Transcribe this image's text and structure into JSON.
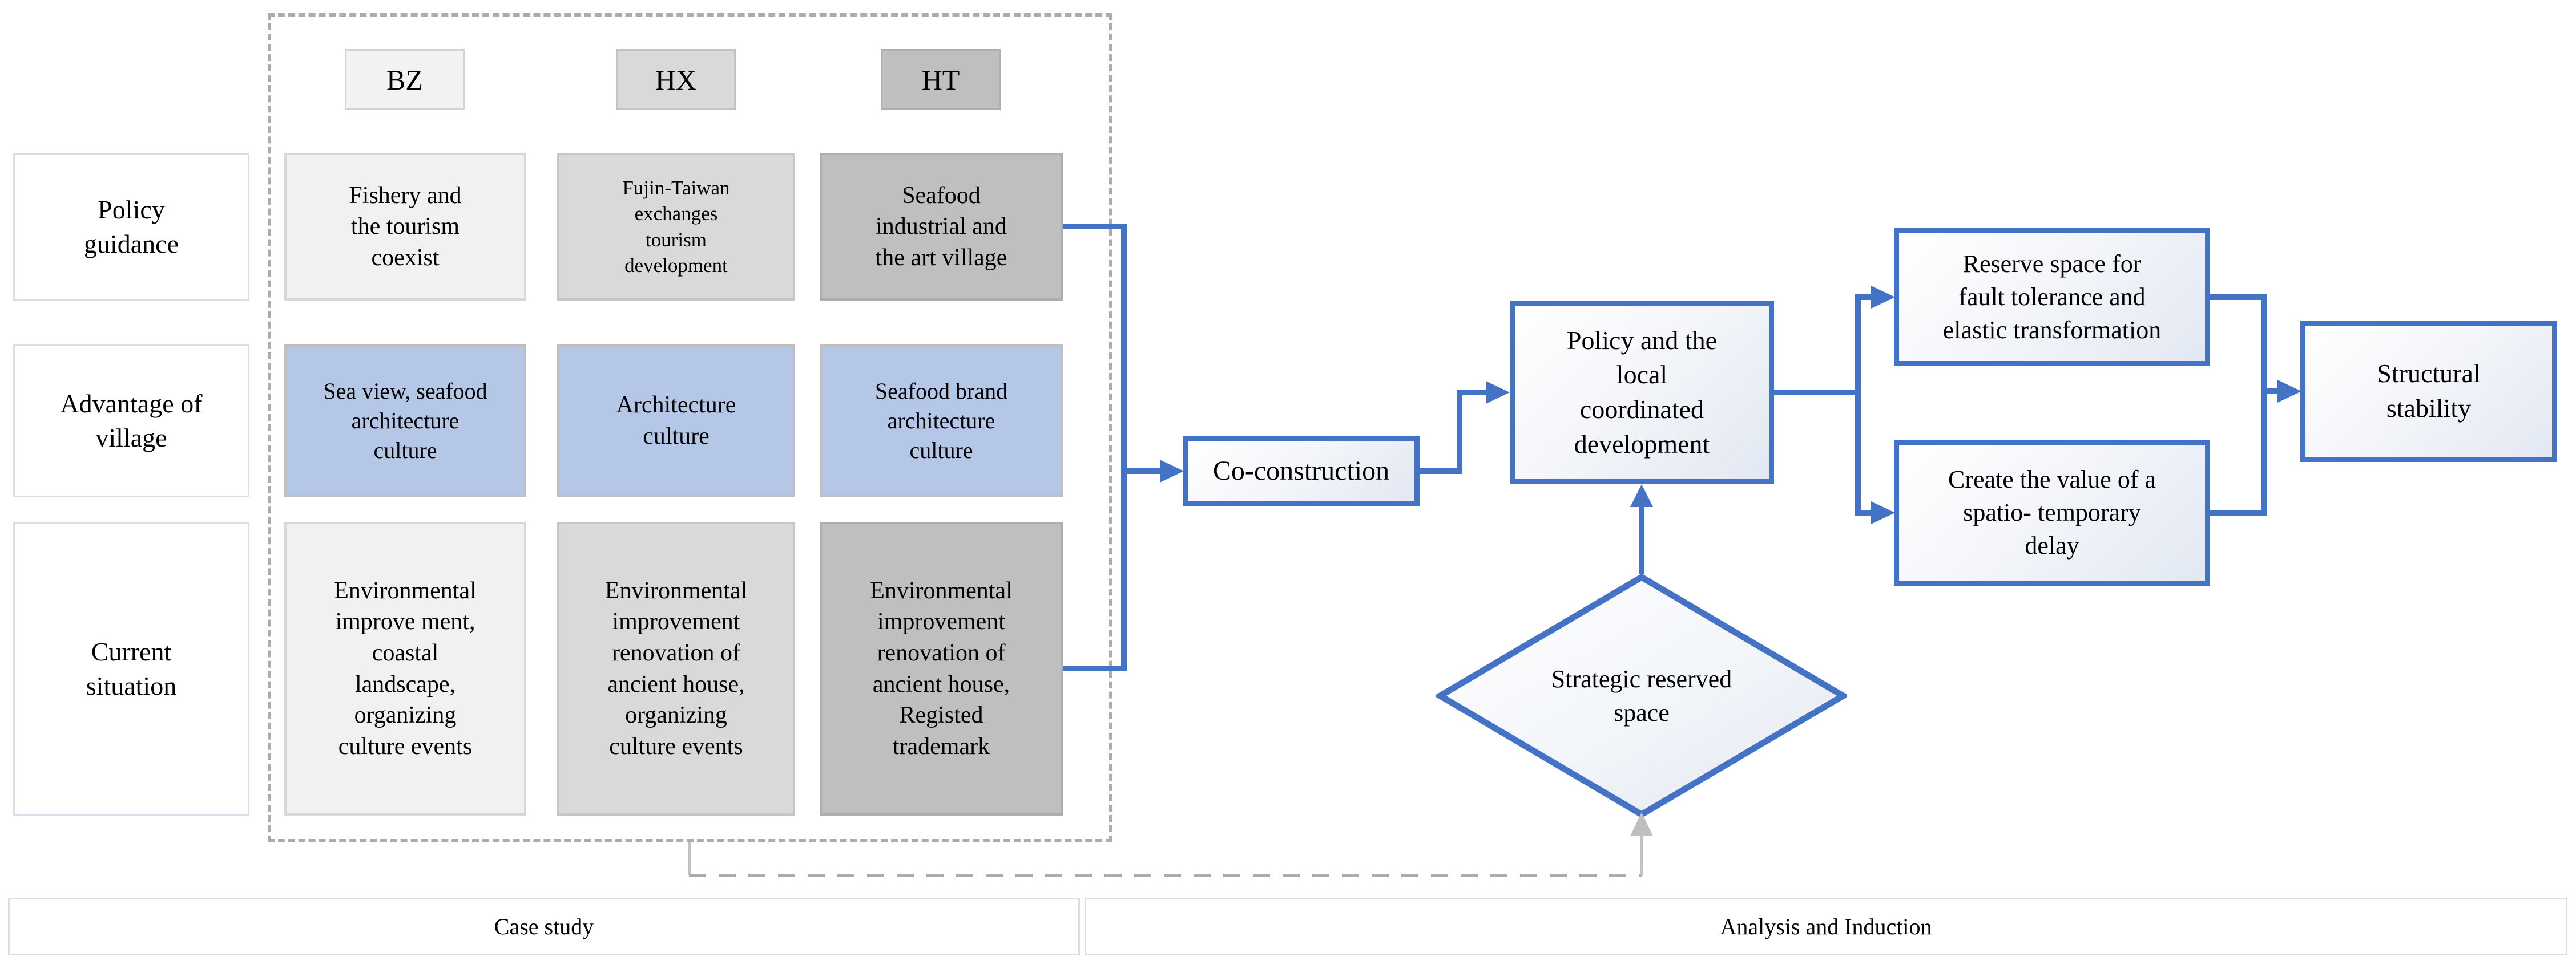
{
  "matrix": {
    "columns": [
      {
        "key": "bz",
        "label": "BZ"
      },
      {
        "key": "hx",
        "label": "HX"
      },
      {
        "key": "ht",
        "label": "HT"
      }
    ],
    "rows": [
      {
        "label": "Policy\nguidance"
      },
      {
        "label": "Advantage of\nvillage"
      },
      {
        "label": "Current\nsituation"
      }
    ],
    "cells": {
      "r1c1": "Fishery and\nthe tourism\ncoexist",
      "r1c2": "Fujin-Taiwan\nexchanges\ntourism\ndevelopment",
      "r1c3": "Seafood\nindustrial and\nthe art village",
      "r2c1": "Sea view, seafood\narchitecture\nculture",
      "r2c2": "Architecture\nculture",
      "r2c3": "Seafood brand\narchitecture\nculture",
      "r3c1": "Environmental\nimprove ment,\ncoastal\nlandscape,\norganizing\nculture events",
      "r3c2": "Environmental\nimprovement\nrenovation of\nancient house,\norganizing\nculture events",
      "r3c3": "Environmental\nimprovement\nrenovation of\nancient house,\nRegisted\ntrademark"
    }
  },
  "flow": {
    "co_construction": "Co-construction",
    "policy_local": "Policy and the\nlocal\ncoordinated\ndevelopment",
    "reserve_space": "Reserve space for\nfault tolerance and\nelastic transformation",
    "create_value": "Create the value of a\nspatio- temporary\ndelay",
    "structural_stability": "Structural\nstability",
    "strategic_reserved": "Strategic reserved\nspace"
  },
  "footer": {
    "case_study": "Case study",
    "analysis": "Analysis and Induction"
  },
  "colors": {
    "accent_blue": "#4472C4",
    "light_blue_fill": "#B4C7E7",
    "light_gray_fill": "#F1F1F1",
    "mid_gray_fill": "#D9D9D9",
    "dark_gray_fill": "#BFBFBF",
    "dashed_gray": "#ACACAC",
    "label_border": "#D9DEE8"
  }
}
